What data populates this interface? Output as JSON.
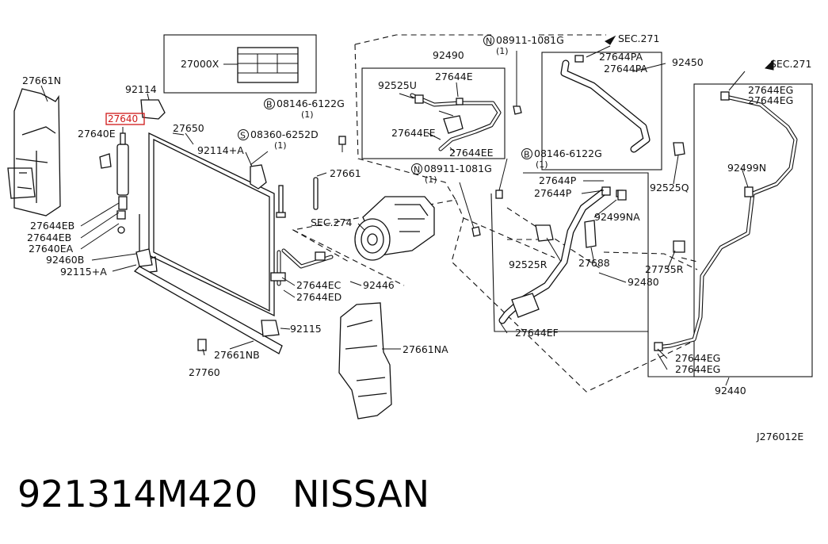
{
  "diagram": {
    "code": "J276012E",
    "labels": {
      "l_27661N": "27661N",
      "l_92114": "92114",
      "l_27640": "27640",
      "l_27640E": "27640E",
      "l_27650": "27650",
      "l_92114A": "92114+A",
      "l_27644EB_1": "27644EB",
      "l_27644EB_2": "27644EB",
      "l_27640EA": "27640EA",
      "l_92460B": "92460B",
      "l_92115A": "92115+A",
      "l_27661": "27661",
      "l_27000X": "27000X",
      "l_08146_1": "08146-6122G",
      "l_08146_1q": "(1)",
      "l_08360": "08360-6252D",
      "l_08360q": "(1)",
      "l_08911_top": "08911-1081G",
      "l_08911_topq": "(1)",
      "l_92490": "92490",
      "l_92525U": "92525U",
      "l_27644E": "27644E",
      "l_27644EE_1": "27644EE",
      "l_27644EE_2": "27644EE",
      "l_08911_mid": "08911-1081G",
      "l_08911_midq": "(1)",
      "l_SEC274": "SEC.274",
      "l_27644EC": "27644EC",
      "l_27644ED": "27644ED",
      "l_92446": "92446",
      "l_92115": "92115",
      "l_27661NB": "27661NB",
      "l_27760": "27760",
      "l_27661NA": "27661NA",
      "l_SEC271_1": "SEC.271",
      "l_27644PA_1": "27644PA",
      "l_27644PA_2": "27644PA",
      "l_92450": "92450",
      "l_08146_2": "08146-6122G",
      "l_08146_2q": "(1)",
      "l_92525Q": "92525Q",
      "l_27644P_1": "27644P",
      "l_27644P_2": "27644P",
      "l_92499NA": "92499NA",
      "l_92525R": "92525R",
      "l_27688": "27688",
      "l_92480": "92480",
      "l_27644EF": "27644EF",
      "l_SEC271_2": "SEC.271",
      "l_27644EG_1": "27644EG",
      "l_27644EG_2": "27644EG",
      "l_92499N": "92499N",
      "l_27755R": "27755R",
      "l_27644EG_3": "27644EG",
      "l_27644EG_4": "27644EG",
      "l_92440": "92440"
    },
    "circled": {
      "B": "B",
      "S": "S",
      "N": "N"
    }
  },
  "footer": {
    "part_number": "921314M420",
    "brand": "NISSAN"
  }
}
